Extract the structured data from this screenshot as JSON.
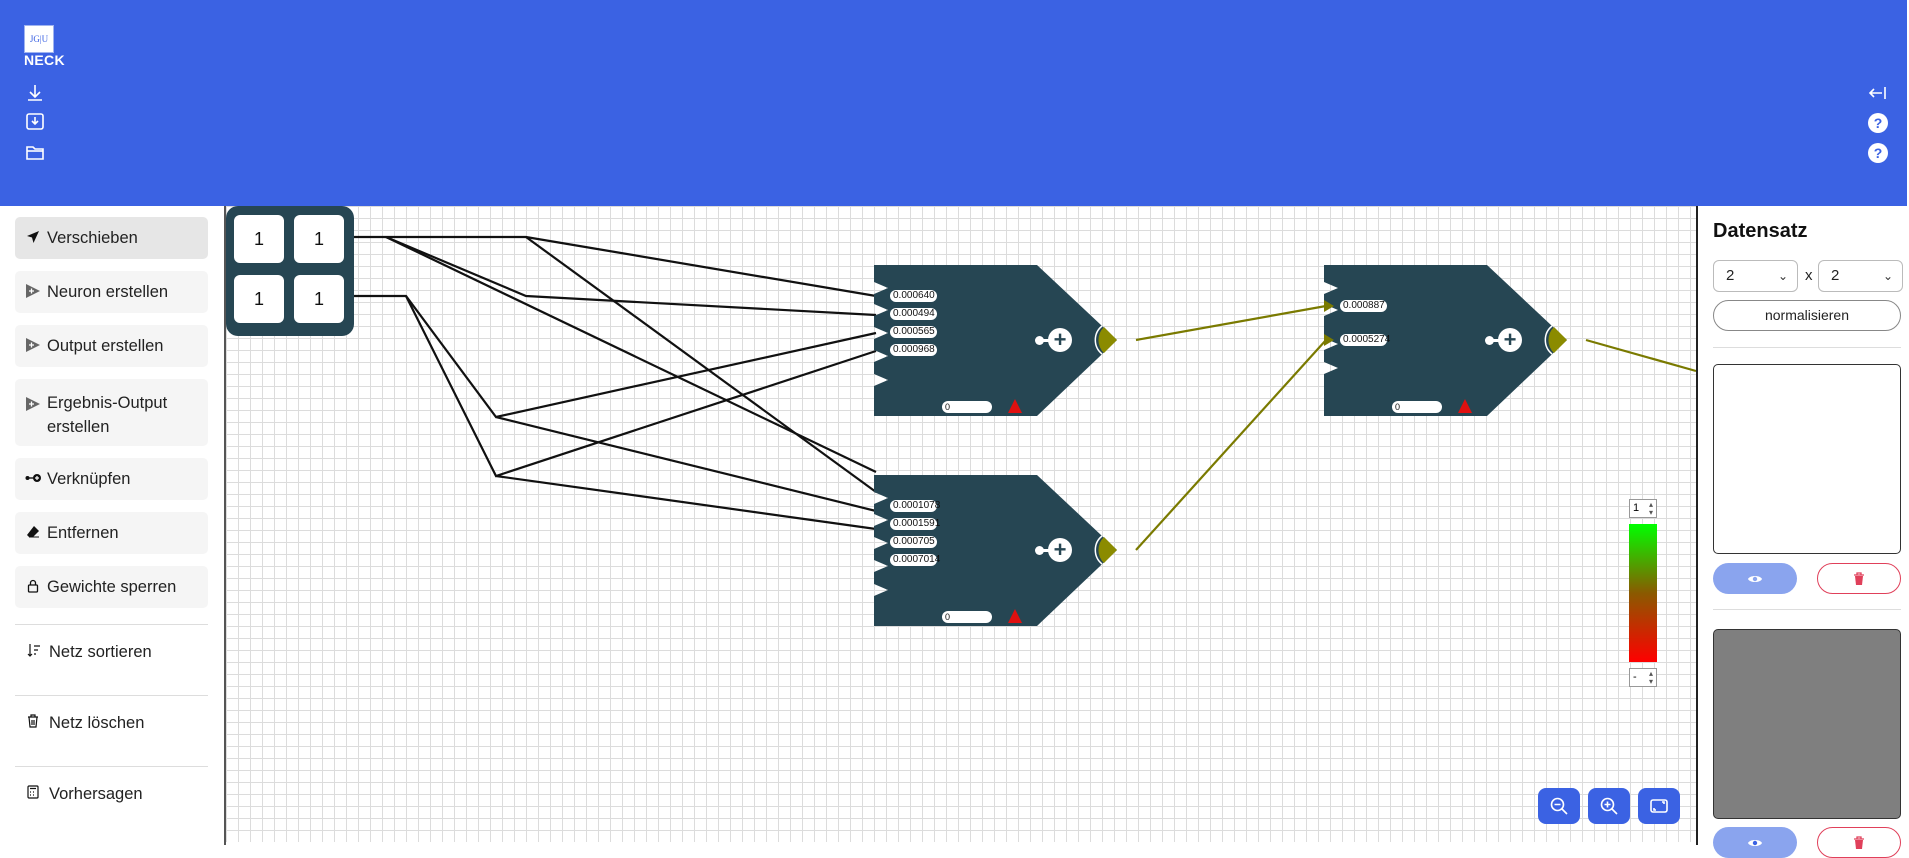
{
  "app": {
    "logo_mark": "JG|U",
    "logo_text": "NECK"
  },
  "topbar": {
    "left_icons": [
      "download-icon",
      "save-icon",
      "folder-open-icon"
    ],
    "right_icons": [
      "collapse-panel-icon",
      "help-icon",
      "help-icon"
    ],
    "help_glyph": "?",
    "color": "#3b62e3"
  },
  "sidebar": {
    "tools": [
      {
        "label": "Verschieben",
        "icon": "cursor-icon",
        "active": true
      },
      {
        "label": "Neuron erstellen",
        "icon": "play-plus-icon"
      },
      {
        "label": "Output erstellen",
        "icon": "play-plus-icon"
      },
      {
        "label": "Ergebnis-Output erstellen",
        "icon": "play-plus-icon"
      },
      {
        "label": "Verknüpfen",
        "icon": "link-dot-icon"
      },
      {
        "label": "Entfernen",
        "icon": "eraser-icon"
      },
      {
        "label": "Gewichte sperren",
        "icon": "lock-icon"
      }
    ],
    "actions": [
      {
        "label": "Netz sortieren",
        "icon": "sort-icon"
      },
      {
        "label": "Netz löschen",
        "icon": "trash-icon"
      },
      {
        "label": "Vorhersagen",
        "icon": "calculator-icon"
      }
    ]
  },
  "canvas": {
    "input_grid": [
      "1",
      "1",
      "1",
      "1"
    ],
    "neurons": [
      {
        "weights": [
          "0.000640",
          "0.000494",
          "0.000565",
          "0.000968"
        ],
        "bias": "0"
      },
      {
        "weights": [
          "0.0001078",
          "0.0001591",
          "0.000705",
          "0.0007014"
        ],
        "bias": "0"
      },
      {
        "weights": [
          "0.000887",
          "0.0005274"
        ],
        "bias": "0"
      }
    ],
    "neuron_color": "#264653",
    "output_color": "#8b8b00",
    "colorbar": {
      "max_value": "1",
      "min_value": "-"
    },
    "zoom_buttons": [
      "zoom-out-icon",
      "zoom-in-icon",
      "fit-screen-icon"
    ]
  },
  "dataset": {
    "title": "Datensatz",
    "rows_value": "2",
    "cols_value": "2",
    "x_label": "x",
    "normalize_label": "normalisieren",
    "chevron": "⌄"
  }
}
